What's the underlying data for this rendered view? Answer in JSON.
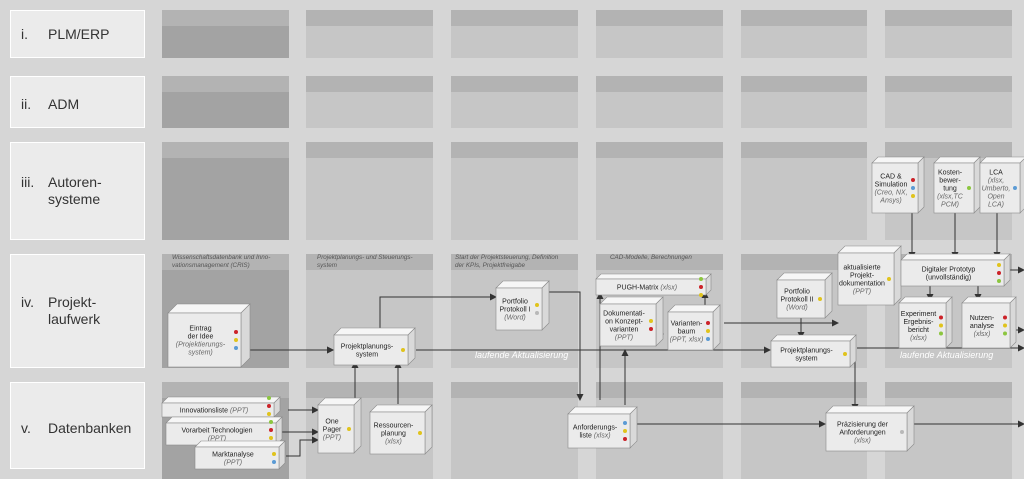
{
  "rows": [
    {
      "num": "i.",
      "label": "PLM/ERP"
    },
    {
      "num": "ii.",
      "label": "ADM"
    },
    {
      "num": "iii.",
      "label": "Autoren-\nsysteme"
    },
    {
      "num": "iv.",
      "label": "Projekt-\nlaufwerk"
    },
    {
      "num": "v.",
      "label": "Datenbanken"
    }
  ],
  "column_headers": [
    "Wissenschaftsdatenbank und Inno-\nvationsmanagement (CRIS)",
    "Projektplanungs- und Steuerungs-\nsystem",
    "Start der Projektsteuerung, Definition\nder KPIs, Projektfreigabe",
    "CAD-Modelle, Berechnungen"
  ],
  "ongoing_notes": [
    "laufende Aktualisierung",
    "laufende Aktualisierung"
  ],
  "colors": {
    "background": "#d6d6d6",
    "cell": "#c6c6c6",
    "cell_header": "#b3b3b3",
    "cell_dark": "#a3a3a3",
    "box_face": "#ebebeb",
    "dot_red": "#cc2229",
    "dot_yellow": "#e0c31c",
    "dot_blue": "#5b9bd5",
    "dot_green": "#8cc63f",
    "dot_grey": "#b8b8b8"
  },
  "boxes": [
    {
      "id": "eintrag",
      "lines": [
        "Eintrag",
        "der Idee"
      ],
      "sub": [
        "(Projektierungs-",
        "system)"
      ],
      "dots": [
        "red",
        "yellow",
        "blue"
      ]
    },
    {
      "id": "innov",
      "lines": [
        "Innovationsliste"
      ],
      "sub_inline": " (PPT)",
      "dots": [
        "green",
        "red",
        "yellow",
        "blue"
      ]
    },
    {
      "id": "vorarbeit",
      "lines": [
        "Vorarbeit Technologien"
      ],
      "sub": [
        "(PPT)"
      ],
      "dots": [
        "green",
        "red",
        "yellow",
        "blue"
      ]
    },
    {
      "id": "markt",
      "lines": [
        "Marktanalyse"
      ],
      "sub": [
        "(PPT)"
      ],
      "dots": [
        "yellow",
        "blue"
      ]
    },
    {
      "id": "pps1",
      "lines": [
        "Projektplanungs-",
        "system"
      ],
      "sub": [],
      "dots": [
        "yellow"
      ]
    },
    {
      "id": "onepager",
      "lines": [
        "One",
        "Pager"
      ],
      "sub": [
        "(PPT)"
      ],
      "dots": [
        "yellow"
      ]
    },
    {
      "id": "ressourcen",
      "lines": [
        "Ressourcen-",
        "planung"
      ],
      "sub": [
        "(xlsx)"
      ],
      "dots": [
        "yellow"
      ]
    },
    {
      "id": "portfolio1",
      "lines": [
        "Portfolio",
        "Protokoll I"
      ],
      "sub": [
        "(Word)"
      ],
      "dots": [
        "yellow",
        "grey"
      ]
    },
    {
      "id": "anford",
      "lines": [
        "Anforderungs-"
      ],
      "sub_inline_line": [
        "liste",
        " (xlsx)"
      ],
      "dots": [
        "blue",
        "yellow",
        "red"
      ]
    },
    {
      "id": "pugh",
      "lines": [
        "PUGH-Matrix"
      ],
      "sub_inline": " (xlsx)",
      "dots": [
        "green",
        "red",
        "yellow"
      ]
    },
    {
      "id": "dokkonz",
      "lines": [
        "Dokumentati-",
        "on Konzept-",
        "varianten"
      ],
      "sub": [
        "(PPT)"
      ],
      "dots": [
        "yellow",
        "red"
      ]
    },
    {
      "id": "variantenbaum",
      "lines": [
        "Varianten-",
        "baum"
      ],
      "sub": [
        "(PPT, xlsx)"
      ],
      "dots": [
        "red",
        "yellow",
        "blue"
      ]
    },
    {
      "id": "portfolio2",
      "lines": [
        "Portfolio",
        "Protokoll II"
      ],
      "sub": [
        "(Word)"
      ],
      "dots": [
        "yellow"
      ]
    },
    {
      "id": "pps2",
      "lines": [
        "Projektplanungs-",
        "system"
      ],
      "sub": [],
      "dots": [
        "yellow"
      ]
    },
    {
      "id": "aktprojdok",
      "lines": [
        "aktualisierte",
        "Projekt-",
        "dokumentation"
      ],
      "sub": [
        "(PPT)"
      ],
      "dots": [
        "yellow"
      ]
    },
    {
      "id": "praez",
      "lines": [
        "Präzisierung der",
        "Anforderungen"
      ],
      "sub": [
        "(xlsx)"
      ],
      "dots": [
        "grey"
      ]
    },
    {
      "id": "cadsim",
      "lines": [
        "CAD &",
        "Simulation"
      ],
      "sub": [
        "(Creo, NX,",
        "Ansys)"
      ],
      "dots": [
        "red",
        "blue",
        "yellow"
      ]
    },
    {
      "id": "kosten",
      "lines": [
        "Kosten-",
        "bewer-",
        "tung"
      ],
      "sub": [
        "(xlsx,TC",
        "PCM)"
      ],
      "dots": [
        "green"
      ]
    },
    {
      "id": "lca",
      "lines": [
        "LCA"
      ],
      "sub": [
        "(xlsx,",
        "Umberto,",
        "Open",
        "LCA)"
      ],
      "dots": [
        "blue"
      ]
    },
    {
      "id": "digproto",
      "lines": [
        "Digitaler Prototyp",
        "(unvollständig)"
      ],
      "sub": [],
      "dots": [
        "yellow",
        "red",
        "green"
      ]
    },
    {
      "id": "experiment",
      "lines": [
        "Experiment",
        "Ergebnis-",
        "bericht"
      ],
      "sub": [
        "(xlsx)"
      ],
      "dots": [
        "red",
        "yellow",
        "green"
      ]
    },
    {
      "id": "nutzen",
      "lines": [
        "Nutzen-",
        "analyse"
      ],
      "sub": [
        "(xlsx)"
      ],
      "dots": [
        "red",
        "yellow",
        "green"
      ]
    }
  ]
}
